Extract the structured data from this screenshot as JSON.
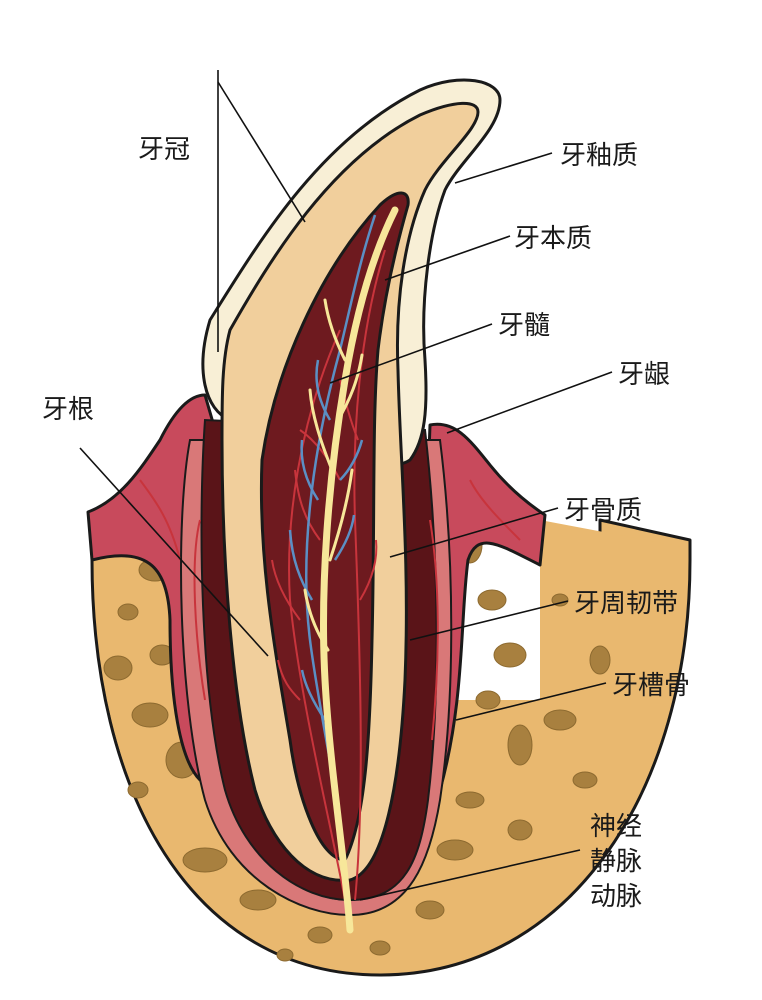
{
  "labels": {
    "crown": "牙冠",
    "enamel": "牙釉质",
    "dentin": "牙本质",
    "pulp": "牙髓",
    "gum": "牙龈",
    "root": "牙根",
    "cementum": "牙骨质",
    "ligament": "牙周韧带",
    "alveolar_bone": "牙槽骨",
    "nerve": "神经",
    "vein": "静脉",
    "artery": "动脉"
  },
  "colors": {
    "bone": "#e9b86f",
    "bone_spots": "#a8803f",
    "gum": "#c84a5c",
    "gum_light": "#e58c8c",
    "ligament": "#c86a6a",
    "dark_layer": "#5a1418",
    "dentin": "#f1cf9c",
    "enamel": "#f8efd6",
    "pulp": "#6e1a1f",
    "nerve": "#f7e79a",
    "vein": "#5b8fc4",
    "artery": "#c8343c"
  }
}
